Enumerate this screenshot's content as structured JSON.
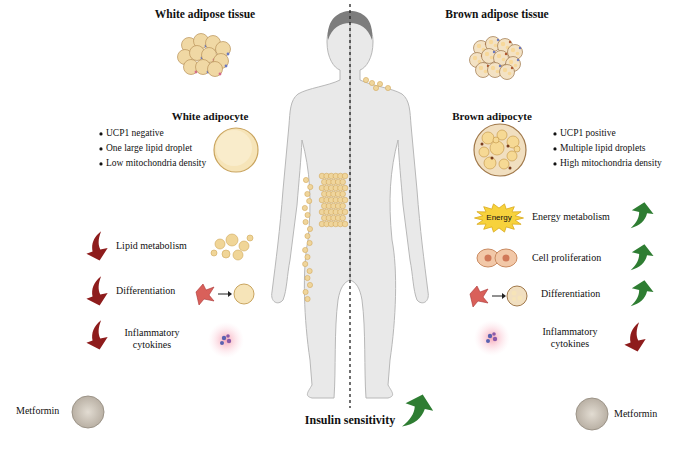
{
  "diagram": {
    "nodes": [
      {
        "text": [
          "Energy"
        ]
      }
    ],
    "labels": [
      "White adipose tissue",
      "White adipocyte",
      "UCP1 negative",
      "One large lipid droplet",
      "Low mitochondria density",
      "Lipid metabolism",
      "Differentiation",
      "Inflammatory cytokines",
      "Metformin",
      "Brown adipose tissue",
      "Brown adipocyte",
      "UCP1 positive",
      "Multiple lipid droplets",
      "High mitochondria density",
      "Energy metabolism",
      "Cell proliferation",
      "Differentiation",
      "Inflammatory cytokines",
      "Metformin",
      "Insulin sensitivity"
    ]
  }
}
